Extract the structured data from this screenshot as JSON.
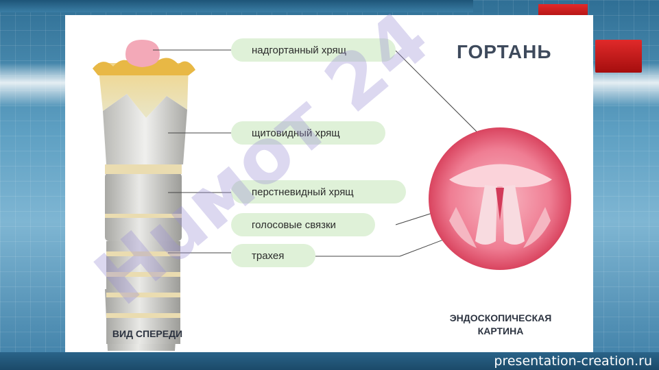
{
  "slide": {
    "title": "ГОРТАНЬ",
    "labels": [
      "надгортанный хрящ",
      "щитовидный хрящ",
      "перстневидный хрящ",
      "голосовые связки",
      "трахея"
    ],
    "caption_left": "ВИД СПЕРЕДИ",
    "caption_right_line1": "ЭНДОСКОПИЧЕСКАЯ",
    "caption_right_line2": "КАРТИНА",
    "watermark": "Huмот 24"
  },
  "footer": {
    "site": "presentation-creation.ru"
  },
  "colors": {
    "pill": "#dff1d8",
    "cartilage": "#d9d9d6",
    "epiglottis": "#f3a9b8",
    "endoscope": "#f07a92",
    "watermark": "#9b8fd4",
    "accent_red": "#c81414"
  }
}
